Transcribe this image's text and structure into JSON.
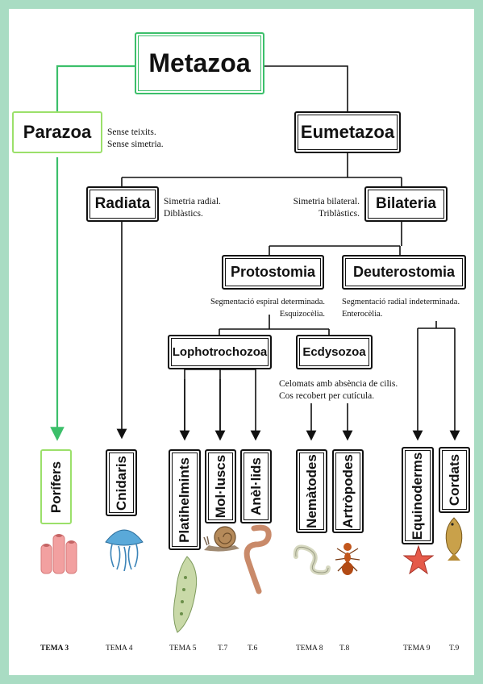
{
  "nodes": {
    "metazoa": "Metazoa",
    "parazoa": "Parazoa",
    "eumetazoa": "Eumetazoa",
    "radiata": "Radiata",
    "bilateria": "Bilateria",
    "protostomia": "Protostomia",
    "deuterostomia": "Deuterostomia",
    "lophotrochozoa": "Lophotrochozoa",
    "ecdysozoa": "Ecdysozoa"
  },
  "notes": {
    "parazoa": [
      "Sense teixits.",
      "Sense simetria."
    ],
    "radiata": [
      "Simetria radial.",
      "Diblàstics."
    ],
    "bilateria": [
      "Simetria bilateral.",
      "Triblàstics."
    ],
    "protostomia": [
      "Segmentació espiral determinada.",
      "Esquizocèlia."
    ],
    "deuterostomia": [
      "Segmentació radial indeterminada.",
      "Enterocèlia."
    ],
    "ecdysozoa": [
      "Celomats amb absència de cilis.",
      "Cos recobert per cutícula."
    ]
  },
  "phyla": {
    "porifers": "Porífers",
    "cnidaris": "Cnidaris",
    "platihelmints": "Platihelmints",
    "molluscs": "Mol·luscs",
    "anelids": "Anèl·lids",
    "nematodes": "Nemàtodes",
    "artropodes": "Artròpodes",
    "equinoderms": "Equinoderms",
    "cordats": "Cordats"
  },
  "temes": {
    "porifers": "TEMA 3",
    "cnidaris": "TEMA 4",
    "platihelmints": "TEMA 5",
    "molluscs": "T.7",
    "anelids": "T.6",
    "nematodes": "TEMA 8",
    "artropodes": "T.8",
    "equinoderms": "TEMA 9",
    "cordats": "T.9"
  },
  "colors": {
    "frame": "#a9dcc3",
    "green": "#3cbf6a",
    "lime": "#9be06a",
    "ink": "#111111"
  }
}
